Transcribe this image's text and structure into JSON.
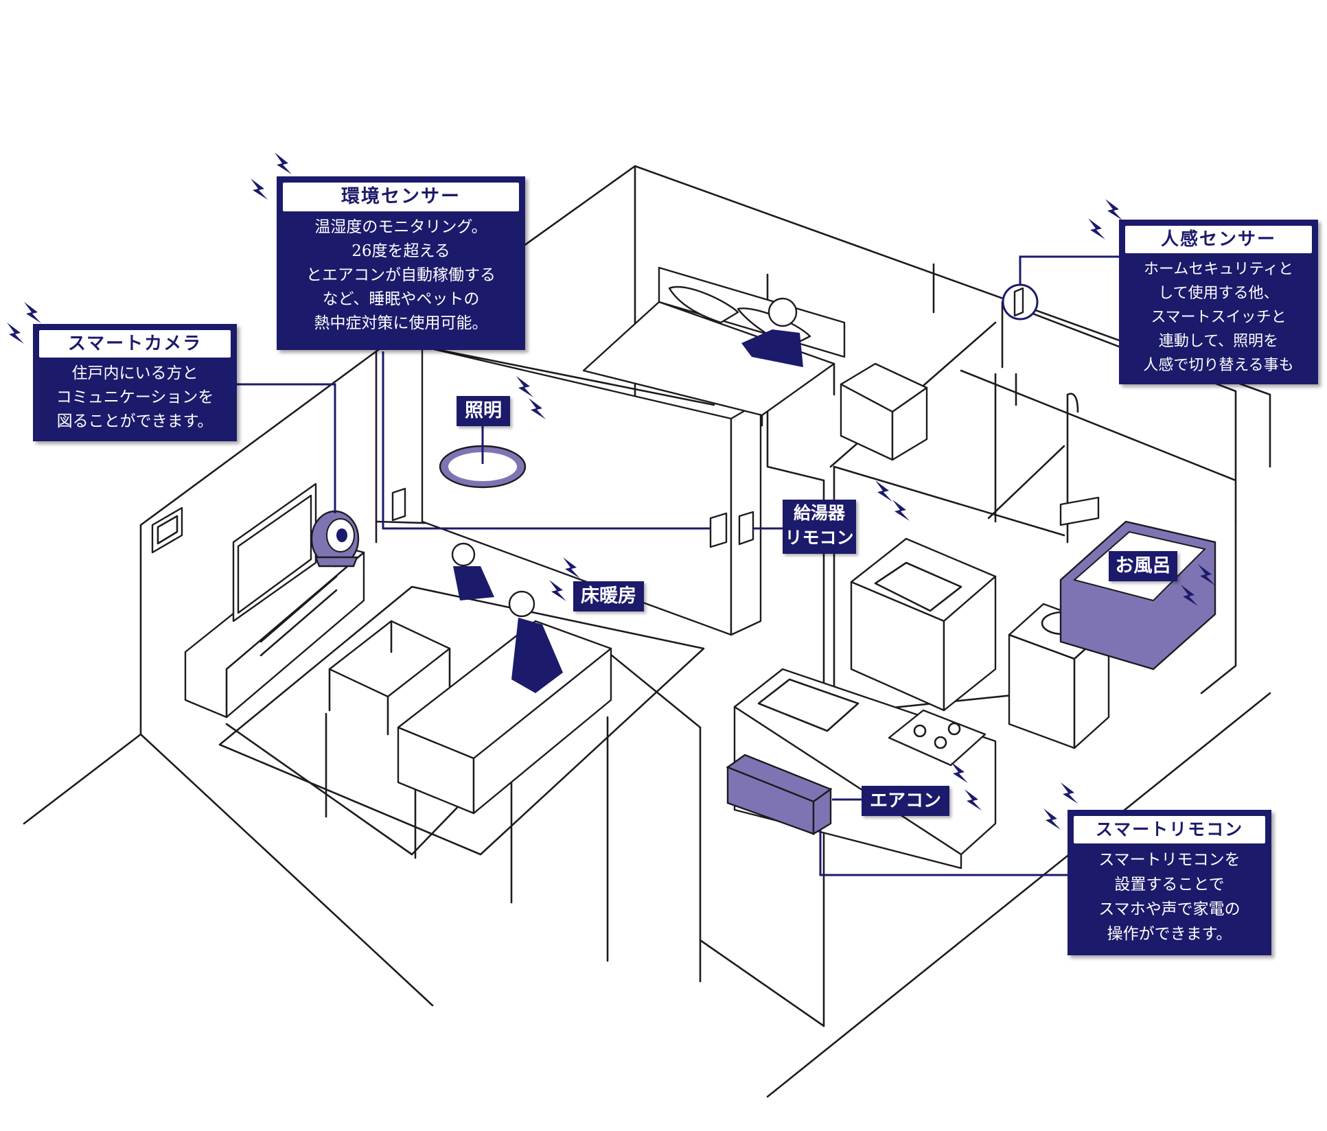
{
  "callouts": {
    "environment_sensor": {
      "title": "環境センサー",
      "lines": [
        "温湿度のモニタリング。",
        "26度を超える",
        "とエアコンが自動稼働する",
        "など、睡眠やペットの",
        "熱中症対策に使用可能。"
      ]
    },
    "smart_camera": {
      "title": "スマートカメラ",
      "lines": [
        "住戸内にいる方と",
        "コミュニケーションを",
        "図ることができます。"
      ]
    },
    "motion_sensor": {
      "title": "人感センサー",
      "lines": [
        "ホームセキュリティと",
        "して使用する他、",
        "スマートスイッチと",
        "連動して、照明を",
        "人感で切り替える事も"
      ]
    },
    "smart_remote": {
      "title": "スマートリモコン",
      "lines": [
        "スマートリモコンを",
        "設置することで",
        "スマホや声で家電の",
        "操作ができます。"
      ]
    }
  },
  "labels": {
    "lighting": "照明",
    "water_heater_remote": [
      "給湯器",
      "リモコン"
    ],
    "floor_heating": "床暖房",
    "bath": "お風呂",
    "air_conditioner": "エアコン"
  },
  "colors": {
    "navy": "#1c1a6b",
    "device_purple": "#7f74b3",
    "line": "#1e1a20",
    "background": "#ffffff"
  },
  "icons": [
    "wireless-signal-icon"
  ]
}
